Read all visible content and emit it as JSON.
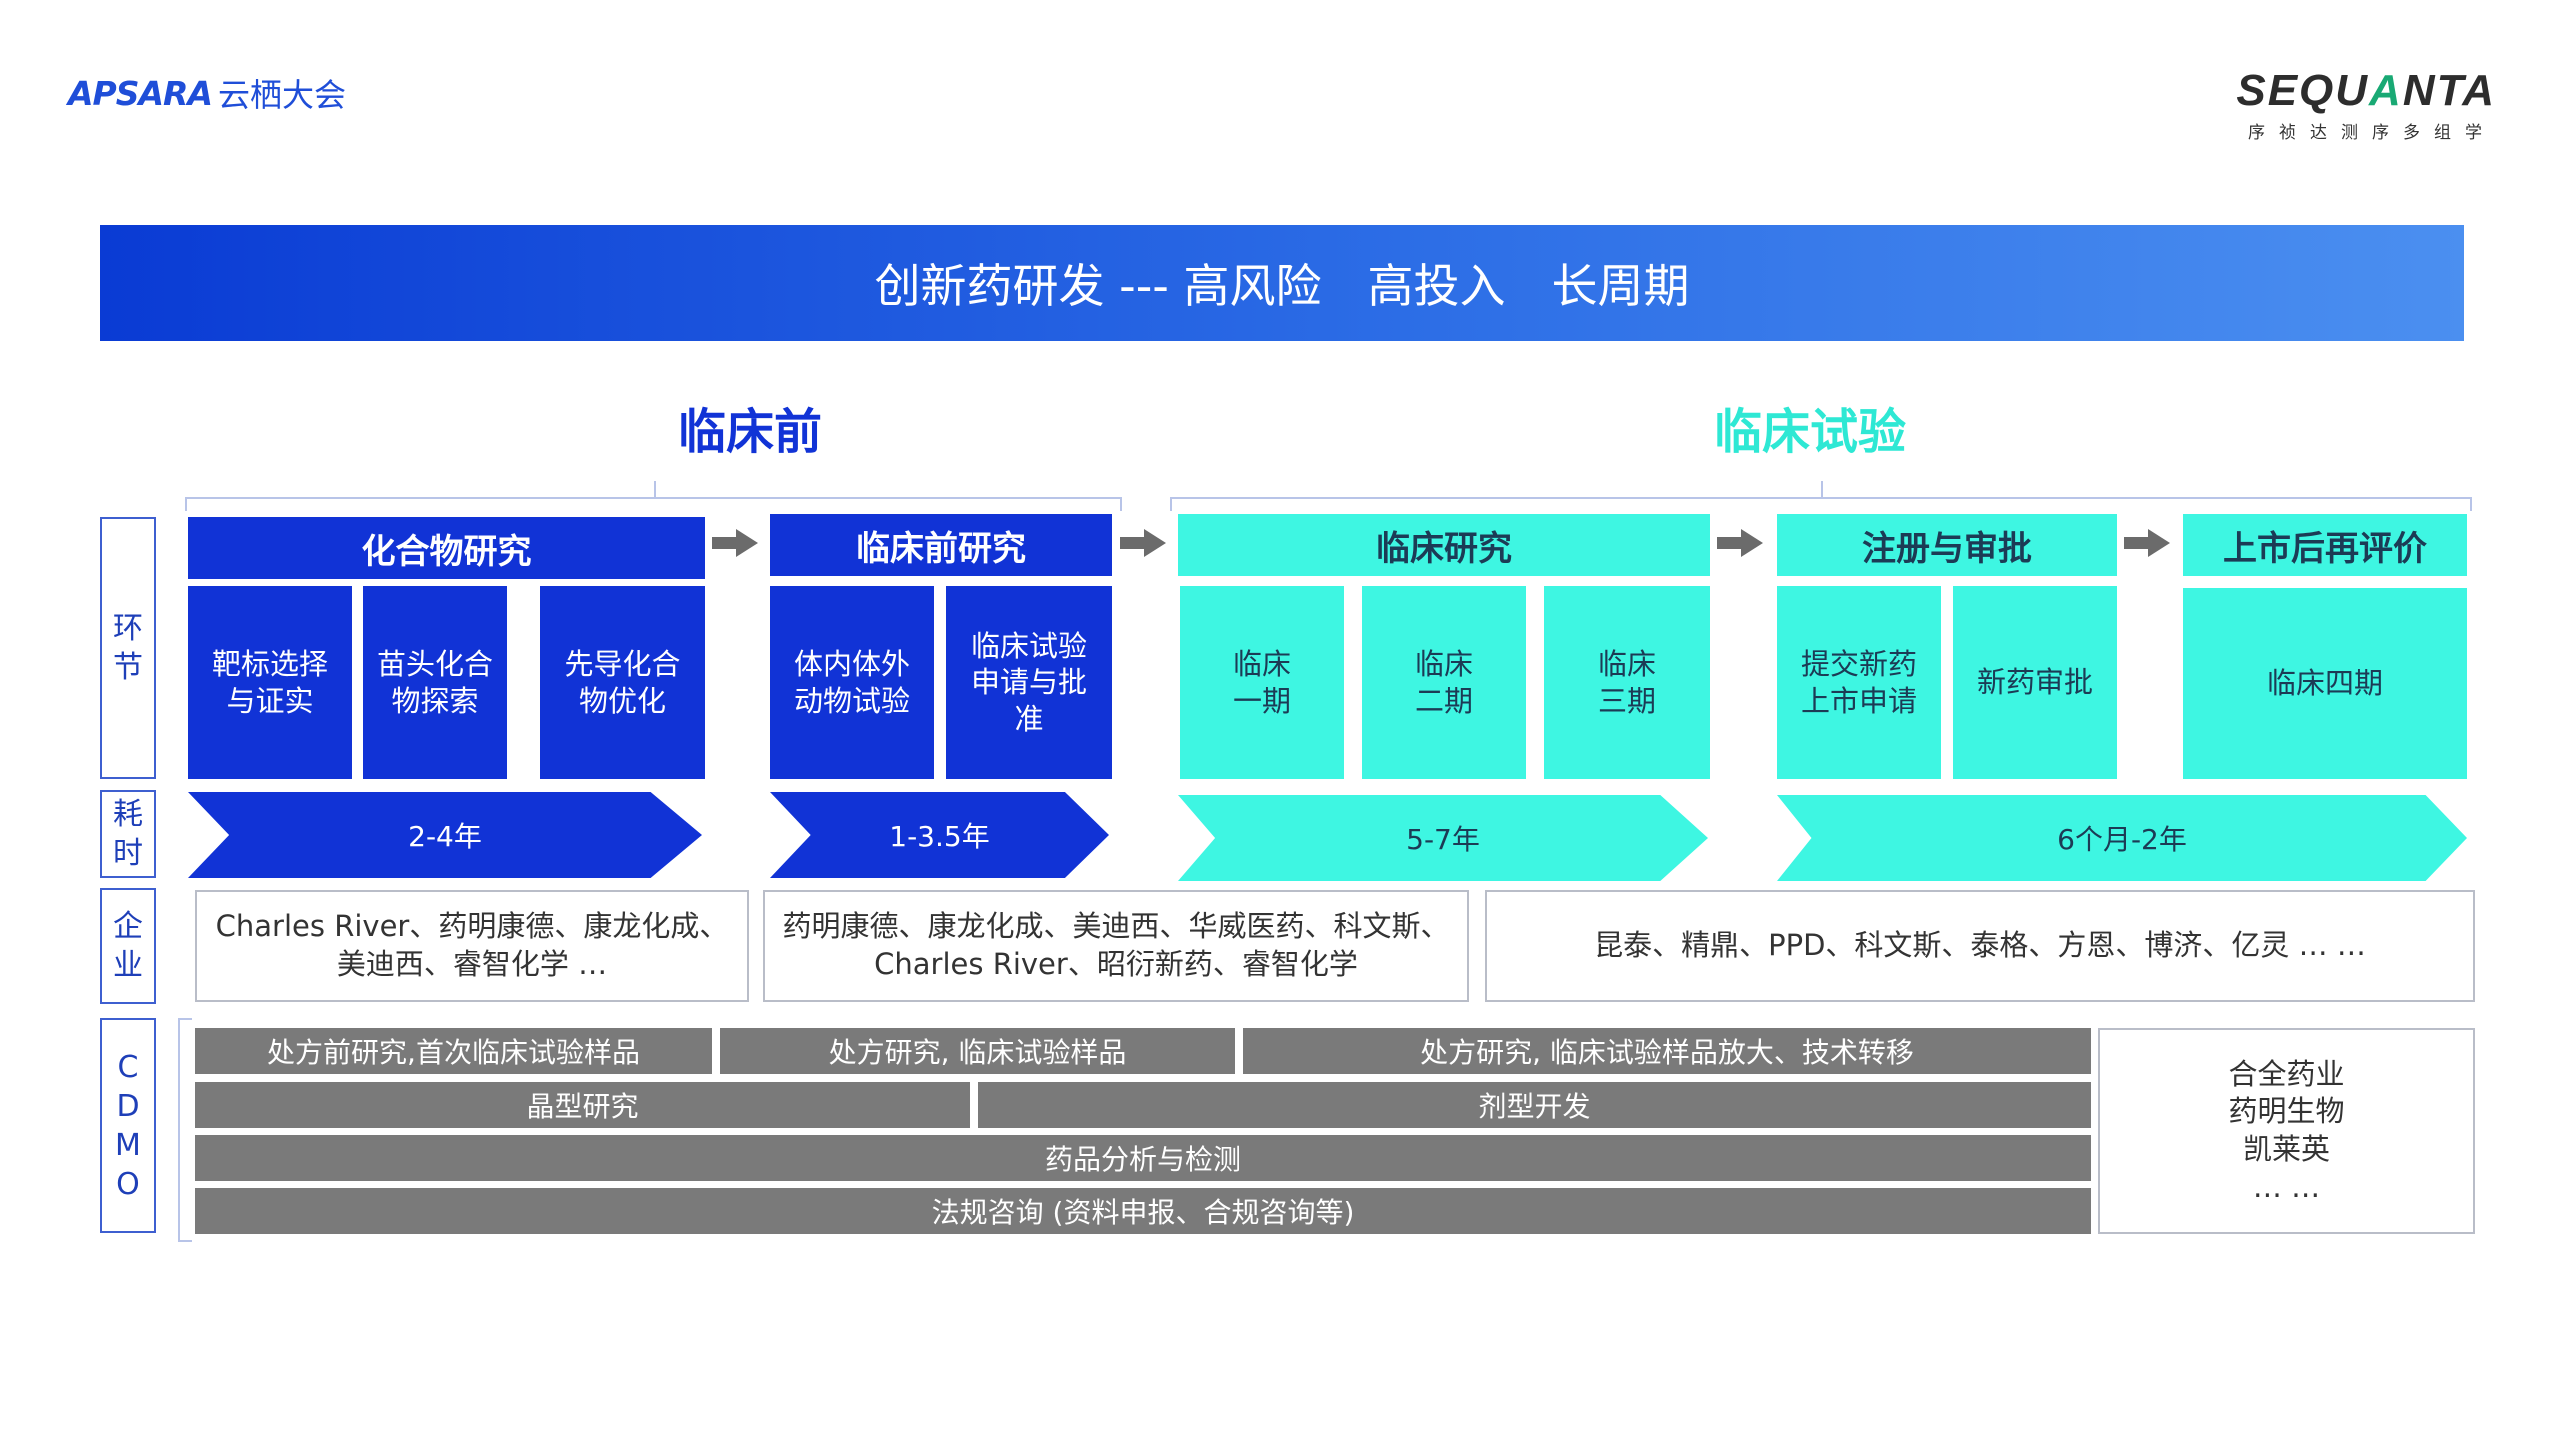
{
  "logos": {
    "apsara_text": "APSARA",
    "apsara_cn": "云栖大会",
    "sequanta_pre": "SEQU",
    "sequanta_q": "A",
    "sequanta_post": "NTA",
    "sequanta_cn": "序祯达测序多组学"
  },
  "banner": {
    "title": "创新药研发 --- 高风险　高投入　长周期"
  },
  "phases": {
    "preclinical": "临床前",
    "clinical": "临床试验"
  },
  "side_labels": {
    "stage": "环\n节",
    "duration": "耗\n时",
    "company": "企\n业",
    "cdmo": "C\nD\nM\nO"
  },
  "stages": [
    {
      "header": "化合物研究",
      "boxes": [
        "靶标选择\n与证实",
        "苗头化合\n物探索",
        "先导化合\n物优化"
      ]
    },
    {
      "header": "临床前研究",
      "boxes": [
        "体内体外\n动物试验",
        "临床试验\n申请与批\n准"
      ]
    },
    {
      "header": "临床研究",
      "boxes": [
        "临床\n一期",
        "临床\n二期",
        "临床\n三期"
      ]
    },
    {
      "header": "注册与审批",
      "boxes": [
        "提交新药\n上市申请",
        "新药审批"
      ]
    },
    {
      "header": "上市后再评价",
      "boxes": [
        "临床四期"
      ]
    }
  ],
  "durations": [
    "2-4年",
    "1-3.5年",
    "5-7年",
    "6个月-2年"
  ],
  "companies": [
    "Charles River、药明康德、康龙化成、\n美迪西、睿智化学 …",
    "药明康德、康龙化成、美迪西、华威医药、科文斯、\nCharles River、昭衍新药、睿智化学",
    "昆泰、精鼎、PPD、科文斯、泰格、方恩、博济、亿灵 … …"
  ],
  "cdmo_bars": {
    "row1": [
      "处方前研究,首次临床试验样品",
      "处方研究, 临床试验样品",
      "处方研究, 临床试验样品放大、技术转移"
    ],
    "row2": [
      "晶型研究",
      "剂型开发"
    ],
    "row3": "药品分析与检测",
    "row4": "法规咨询 (资料申报、合规咨询等)"
  },
  "cdmo_companies": [
    "合全药业",
    "药明生物",
    "凯莱英",
    "… …"
  ],
  "colors": {
    "dark_blue": "#1133d6",
    "cyan": "#3ef6e2",
    "gray": "#7a7a7a"
  }
}
